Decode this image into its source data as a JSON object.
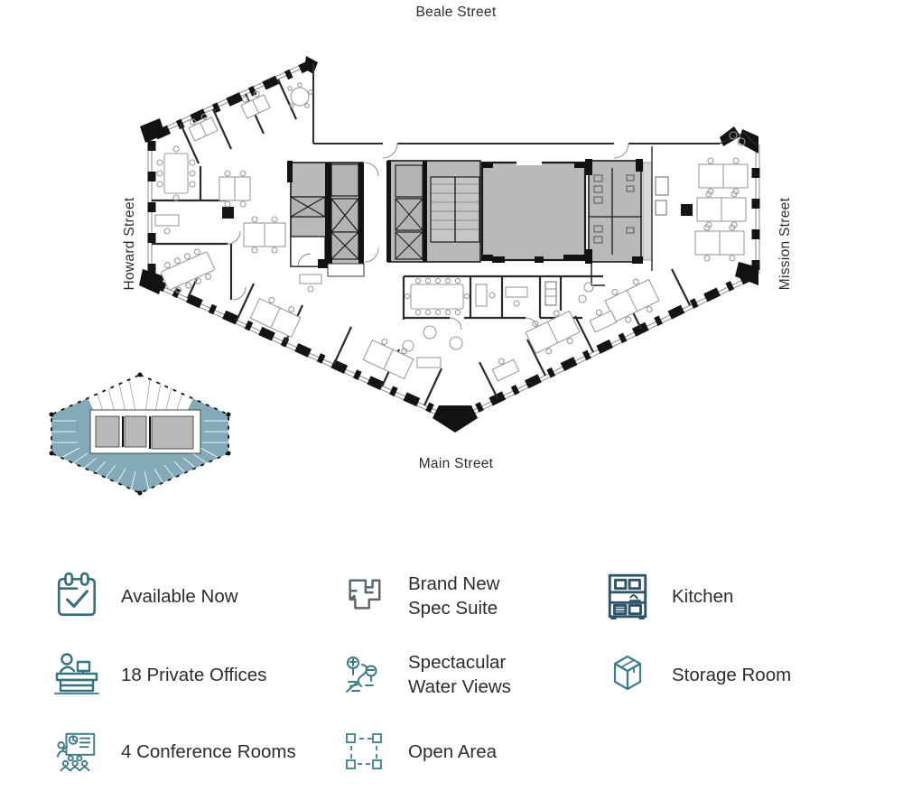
{
  "streets": {
    "top": "Beale Street",
    "left": "Howard Street",
    "right": "Mission Street",
    "bottom": "Main Street"
  },
  "minimap": {
    "highlight_color": "#84a9b8"
  },
  "plan": {
    "core_fill": "#b9b9b9",
    "wall_color": "#1a1a1a"
  },
  "legend": {
    "text_color": "#2d2d2d",
    "items": [
      {
        "icon": "calendar-check-icon",
        "lines": [
          "Available Now"
        ],
        "color": "#3a6e7a"
      },
      {
        "icon": "person-desk-icon",
        "lines": [
          "18 Private Offices"
        ],
        "color": "#34737f"
      },
      {
        "icon": "conference-presentation-icon",
        "lines": [
          "4 Conference Rooms"
        ],
        "color": "#3b7c86"
      },
      {
        "icon": "floorplan-icon",
        "lines": [
          "Brand New",
          "Spec Suite"
        ],
        "color": "#5c686e"
      },
      {
        "icon": "water-views-icon",
        "lines": [
          "Spectacular",
          "Water Views"
        ],
        "color": "#3b7c86"
      },
      {
        "icon": "open-area-icon",
        "lines": [
          "Open Area"
        ],
        "color": "#4a8ea0"
      },
      {
        "icon": "kitchen-icon",
        "lines": [
          "Kitchen"
        ],
        "color": "#2e5468"
      },
      {
        "icon": "storage-box-icon",
        "lines": [
          "Storage Room"
        ],
        "color": "#3f7e8c"
      }
    ]
  }
}
